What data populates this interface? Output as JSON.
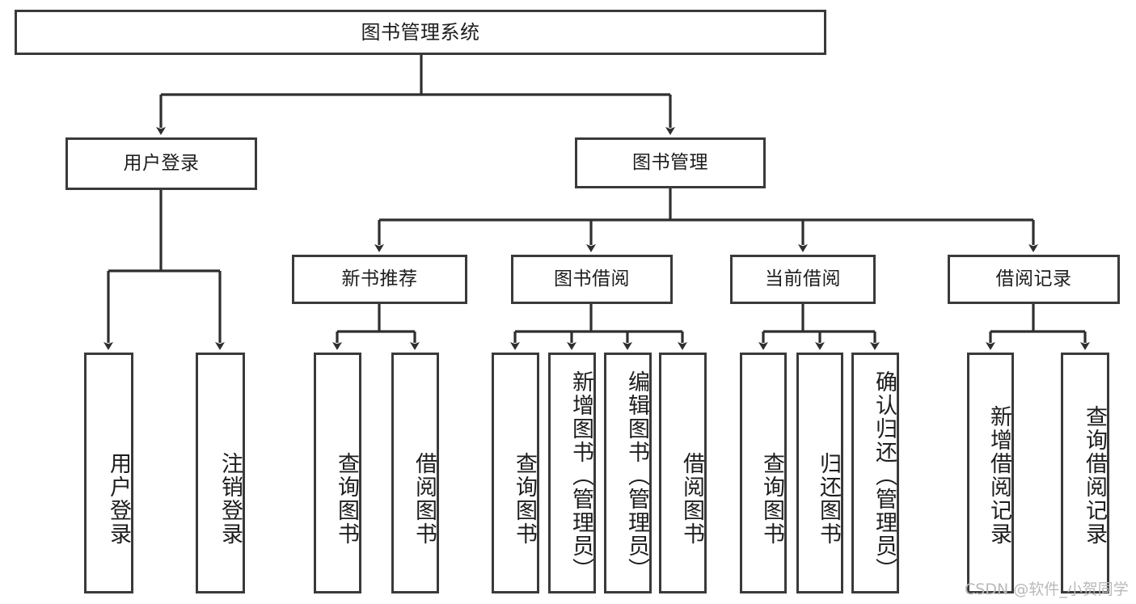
{
  "diagram": {
    "title": "图书管理系统",
    "type": "tree-hierarchy",
    "stroke_color": "#3a3a3a",
    "text_color": "#1d1d1d",
    "background_color": "#ffffff"
  },
  "root": {
    "label": "图书管理系统"
  },
  "level1": [
    {
      "label": "用户登录"
    },
    {
      "label": "图书管理"
    }
  ],
  "level2": [
    {
      "label": "新书推荐"
    },
    {
      "label": "图书借阅"
    },
    {
      "label": "当前借阅"
    },
    {
      "label": "借阅记录"
    }
  ],
  "leaves": {
    "user_login": [
      {
        "label": "用户登录"
      },
      {
        "label": "注销登录"
      }
    ],
    "new_book": [
      {
        "label": "查询图书"
      },
      {
        "label": "借阅图书"
      }
    ],
    "book_borrow": [
      {
        "label": "查询图书"
      },
      {
        "label": "新增图书（管理员）"
      },
      {
        "label": "编辑图书（管理员）"
      },
      {
        "label": "借阅图书"
      }
    ],
    "current_borrow": [
      {
        "label": "查询图书"
      },
      {
        "label": "归还图书"
      },
      {
        "label": "确认归还（管理员）"
      }
    ],
    "borrow_record": [
      {
        "label": "新增借阅记录"
      },
      {
        "label": "查询借阅记录"
      }
    ]
  },
  "watermark": {
    "text": "CSDN @软件_小贺同学"
  }
}
